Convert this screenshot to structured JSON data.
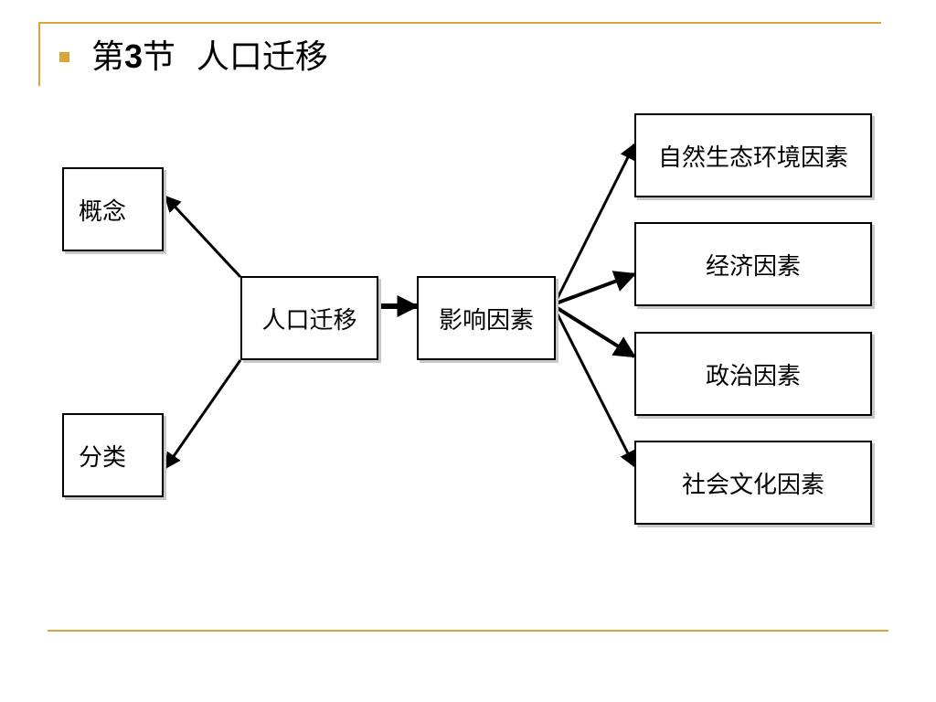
{
  "title": {
    "prefix": "第",
    "number": "3",
    "suffix": "节  人口迁移"
  },
  "diagram": {
    "center": "人口迁移",
    "concept": "概念",
    "classification": "分类",
    "influence": "影响因素",
    "factors": [
      "自然生态环境因素",
      "经济因素",
      "政治因素",
      "社会文化因素"
    ]
  },
  "colors": {
    "accent": "#d9a53a",
    "stroke": "#000000"
  }
}
